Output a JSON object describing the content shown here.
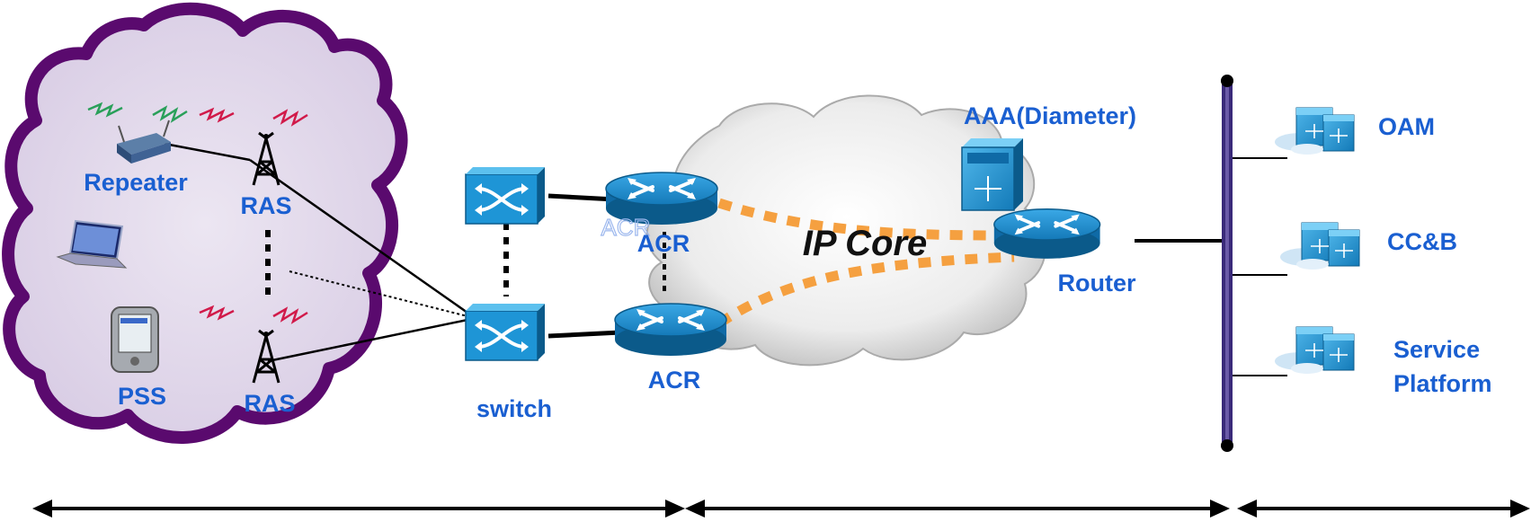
{
  "labels": {
    "repeater": "Repeater",
    "ras_top": "RAS",
    "ras_bottom": "RAS",
    "pss": "PSS",
    "switch": "switch",
    "acr_top": "ACR",
    "acr_bottom": "ACR",
    "acr_ghost": "ACR",
    "ip_core": "IP Core",
    "aaa": "AAA(Diameter)",
    "router": "Router",
    "oam": "OAM",
    "ccb": "CC&B",
    "service_platform_line1": "Service",
    "service_platform_line2": "Platform"
  },
  "colors": {
    "label_blue": "#1a5fd1",
    "access_cloud_fill": "#e4dcec",
    "access_cloud_border": "#5a0a6e",
    "core_cloud_fill": "#efefef",
    "device_blue": "#1e88c9",
    "device_dark": "#0b5a8a",
    "orange_link": "#f5a040",
    "bus_color": "#3a2a7a"
  },
  "icons": [
    "laptop-icon",
    "pda-icon",
    "repeater-icon",
    "antenna-tower-icon",
    "switch-icon",
    "router-icon",
    "server-icon",
    "cloud-server-icon"
  ]
}
